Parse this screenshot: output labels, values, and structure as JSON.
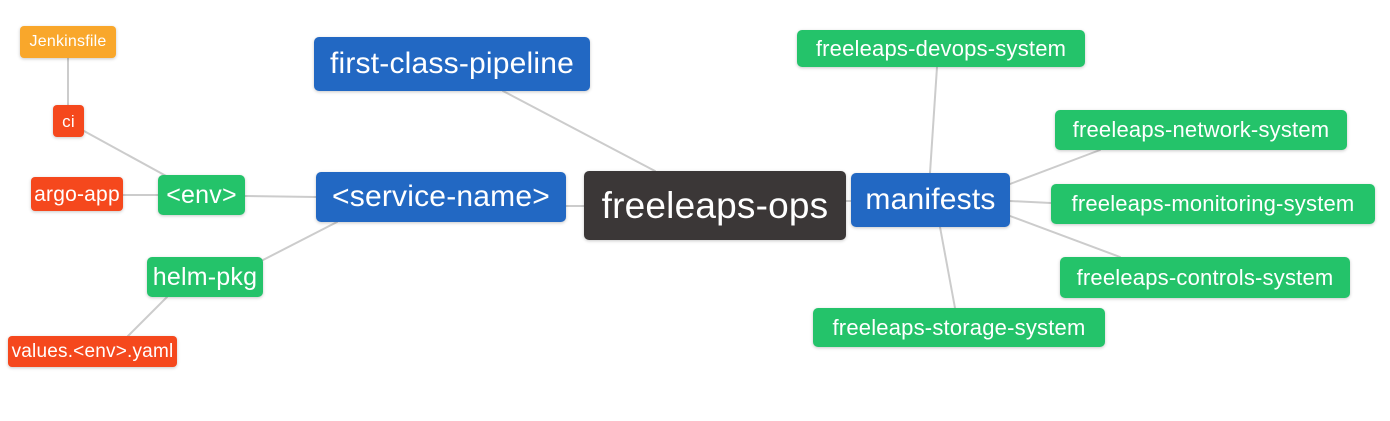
{
  "diagram": {
    "type": "mindmap",
    "colors": {
      "root_bg": "#3B3737",
      "branch_bg": "#2268C3",
      "leaf_green_bg": "#24C36A",
      "leaf_red_bg": "#F5481D",
      "leaf_orange_bg": "#F9A72B",
      "text": "#FFFFFF",
      "edge": "#CCCCCC",
      "background": "#FFFFFF"
    },
    "nodes": [
      {
        "id": "jenkinsfile",
        "label": "Jenkinsfile",
        "color_role": "leaf_orange"
      },
      {
        "id": "ci",
        "label": "ci",
        "color_role": "leaf_red"
      },
      {
        "id": "argo-app",
        "label": "argo-app",
        "color_role": "leaf_red"
      },
      {
        "id": "env",
        "label": "<env>",
        "color_role": "leaf_green"
      },
      {
        "id": "helm-pkg",
        "label": "helm-pkg",
        "color_role": "leaf_green"
      },
      {
        "id": "values-env-yaml",
        "label": "values.<env>.yaml",
        "color_role": "leaf_red"
      },
      {
        "id": "first-class-pipeline",
        "label": "first-class-pipeline",
        "color_role": "branch"
      },
      {
        "id": "service-name",
        "label": "<service-name>",
        "color_role": "branch"
      },
      {
        "id": "freeleaps-ops",
        "label": "freeleaps-ops",
        "color_role": "root"
      },
      {
        "id": "manifests",
        "label": "manifests",
        "color_role": "branch"
      },
      {
        "id": "freeleaps-devops-system",
        "label": "freeleaps-devops-system",
        "color_role": "leaf_green"
      },
      {
        "id": "freeleaps-network-system",
        "label": "freeleaps-network-system",
        "color_role": "leaf_green"
      },
      {
        "id": "freeleaps-monitoring-system",
        "label": "freeleaps-monitoring-system",
        "color_role": "leaf_green"
      },
      {
        "id": "freeleaps-controls-system",
        "label": "freeleaps-controls-system",
        "color_role": "leaf_green"
      },
      {
        "id": "freeleaps-storage-system",
        "label": "freeleaps-storage-system",
        "color_role": "leaf_green"
      }
    ],
    "edges": [
      [
        "jenkinsfile",
        "ci"
      ],
      [
        "ci",
        "env"
      ],
      [
        "argo-app",
        "env"
      ],
      [
        "env",
        "service-name"
      ],
      [
        "service-name",
        "helm-pkg"
      ],
      [
        "helm-pkg",
        "values-env-yaml"
      ],
      [
        "first-class-pipeline",
        "freeleaps-ops"
      ],
      [
        "service-name",
        "freeleaps-ops"
      ],
      [
        "freeleaps-ops",
        "manifests"
      ],
      [
        "manifests",
        "freeleaps-devops-system"
      ],
      [
        "manifests",
        "freeleaps-network-system"
      ],
      [
        "manifests",
        "freeleaps-monitoring-system"
      ],
      [
        "manifests",
        "freeleaps-controls-system"
      ],
      [
        "manifests",
        "freeleaps-storage-system"
      ]
    ]
  }
}
